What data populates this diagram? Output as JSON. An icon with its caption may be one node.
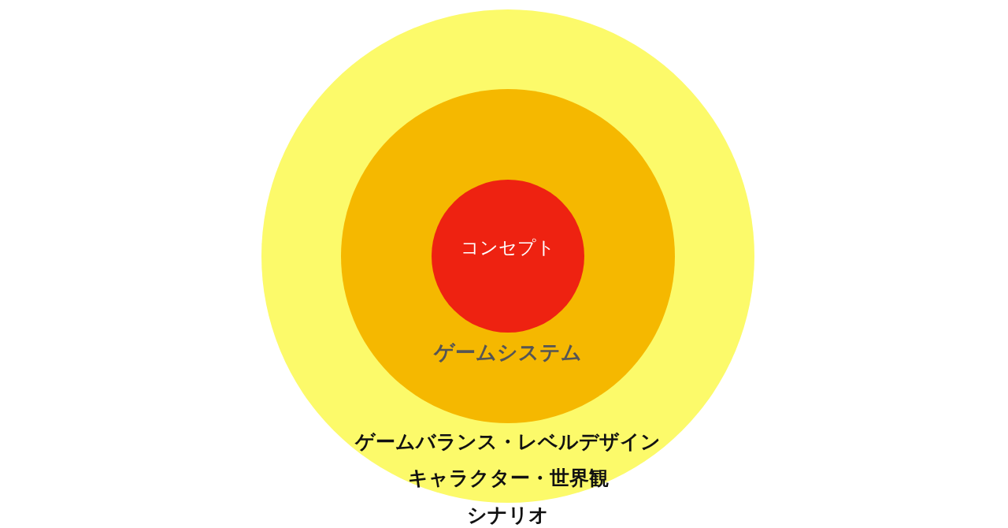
{
  "diagram": {
    "nodes": [
      {
        "text": [
          "ゲームバランス・レベルデザイン",
          "キャラクター・世界観",
          "シナリオ"
        ]
      },
      {
        "text": [
          "ゲームシステム"
        ],
        "in": 0
      },
      {
        "text": [
          "コンセプト"
        ],
        "in": 1
      }
    ]
  }
}
